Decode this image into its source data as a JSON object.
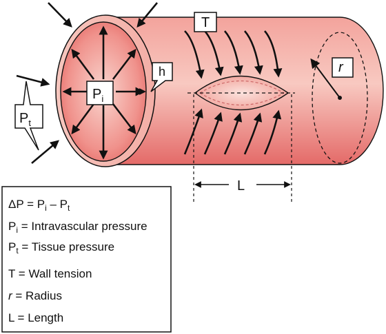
{
  "labels": {
    "pi": {
      "main": "P",
      "sub": "i"
    },
    "pt": {
      "main": "P",
      "sub": "t"
    },
    "h": "h",
    "t": "T",
    "r": "r",
    "l": "L"
  },
  "legend": {
    "delta_p": {
      "lead": "ΔP = P",
      "sub1": "i",
      "mid": " – P",
      "sub2": "t"
    },
    "pi": {
      "main": "P",
      "sub": "i",
      "text": " = Intravascular pressure"
    },
    "pt": {
      "main": "P",
      "sub": "t",
      "text": " = Tissue pressure"
    },
    "t": "T = Wall tension",
    "r": {
      "symbol": "r",
      "text": " = Radius"
    },
    "l": "L = Length"
  },
  "colors": {
    "vessel_light": "#f6c7bf",
    "vessel_mid": "#ef8f88",
    "vessel_dark": "#e05a5a",
    "outline": "#111111"
  }
}
